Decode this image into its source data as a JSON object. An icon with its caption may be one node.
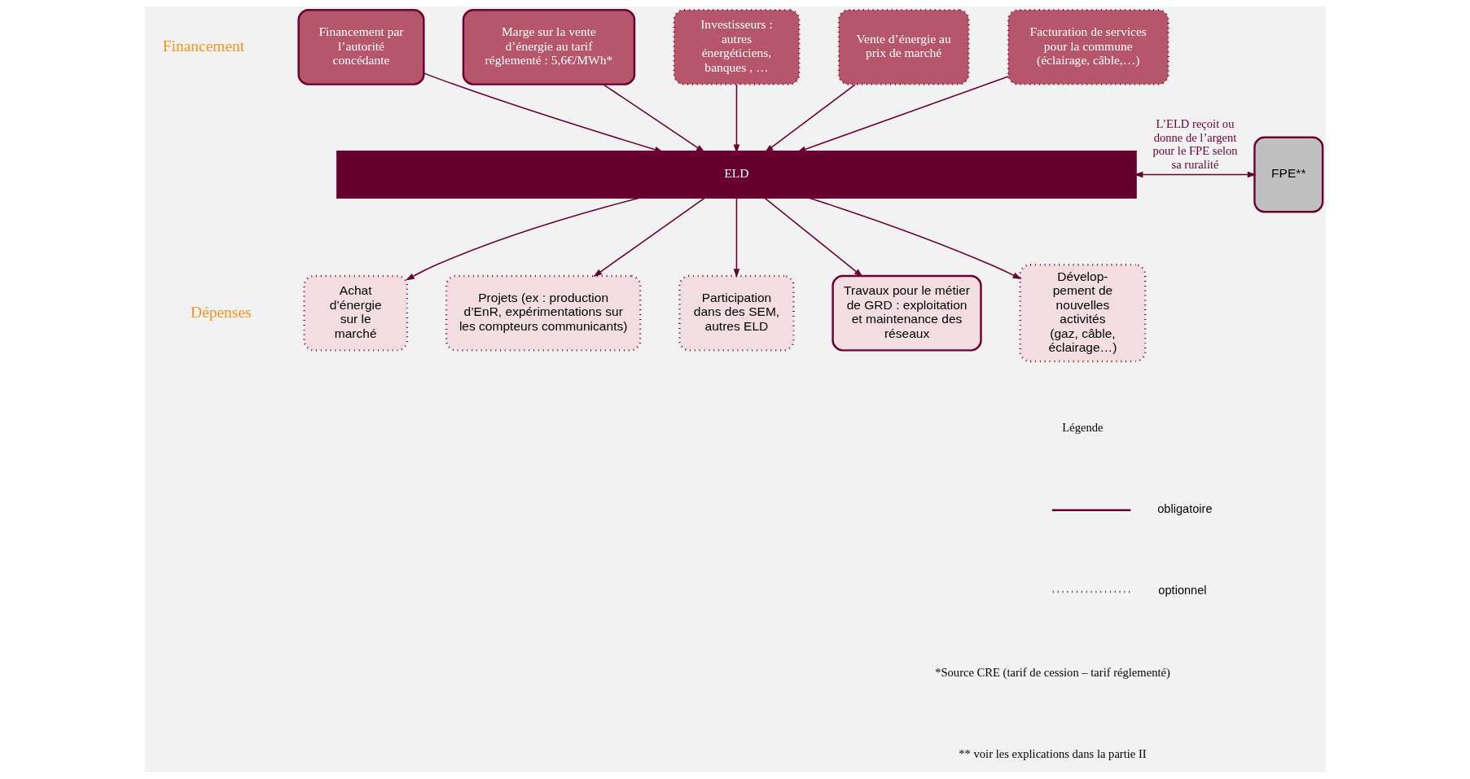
{
  "diagram": {
    "nodes": [
      {
        "text": [
          "Financement par l’autorité concédante"
        ]
      },
      {
        "text": [
          "Marge sur la vente d’énergie au tarif réglementé : 5,6€/MWh*"
        ]
      },
      {
        "text": [
          "Investisseurs : autres énergéticiens, banques , …"
        ]
      },
      {
        "text": [
          "Vente d’énergie au prix de marché"
        ]
      },
      {
        "text": [
          "Facturation de services pour la commune (éclairage, câble,…)"
        ]
      },
      {
        "text": [
          "ELD"
        ]
      },
      {
        "text": [
          "FPE**"
        ]
      },
      {
        "text": [
          "Achat d’énergie sur le marché"
        ]
      },
      {
        "text": [
          "Projets (ex : production d’EnR, expérimentations sur les compteurs communicants)"
        ]
      },
      {
        "text": [
          "Participation dans des SEM, autres ELD"
        ]
      },
      {
        "text": [
          "Travaux pour le métier de GRD : exploitation et maintenance des réseaux"
        ]
      },
      {
        "text": [
          "Dévelop- pement de nouvelles activités (gaz, câble, éclairage…)"
        ]
      }
    ],
    "edges": [
      {
        "from": 0,
        "to": 5,
        "arrow": "to"
      },
      {
        "from": 1,
        "to": 5,
        "arrow": "to"
      },
      {
        "from": 2,
        "to": 5,
        "arrow": "to"
      },
      {
        "from": 3,
        "to": 5,
        "arrow": "to"
      },
      {
        "from": 4,
        "to": 5,
        "arrow": "to"
      },
      {
        "from": 5,
        "to": 6,
        "arrow": "both",
        "label": "L’ELD reçoit ou donne de l’argent pour le FPE selon sa ruralité"
      },
      {
        "from": 5,
        "to": 7,
        "arrow": "to"
      },
      {
        "from": 5,
        "to": 8,
        "arrow": "to"
      },
      {
        "from": 5,
        "to": 9,
        "arrow": "to"
      },
      {
        "from": 5,
        "to": 10,
        "arrow": "to"
      },
      {
        "from": 5,
        "to": 11,
        "arrow": "to"
      }
    ],
    "labels": [
      "Financement",
      "Dépenses",
      "Légende",
      "*Source CRE (tarif de cession – tarif réglementé)",
      "** voir les explications dans la partie II"
    ],
    "legend": [
      {
        "text": "obligatoire"
      },
      {
        "text": "optionnel"
      }
    ]
  }
}
